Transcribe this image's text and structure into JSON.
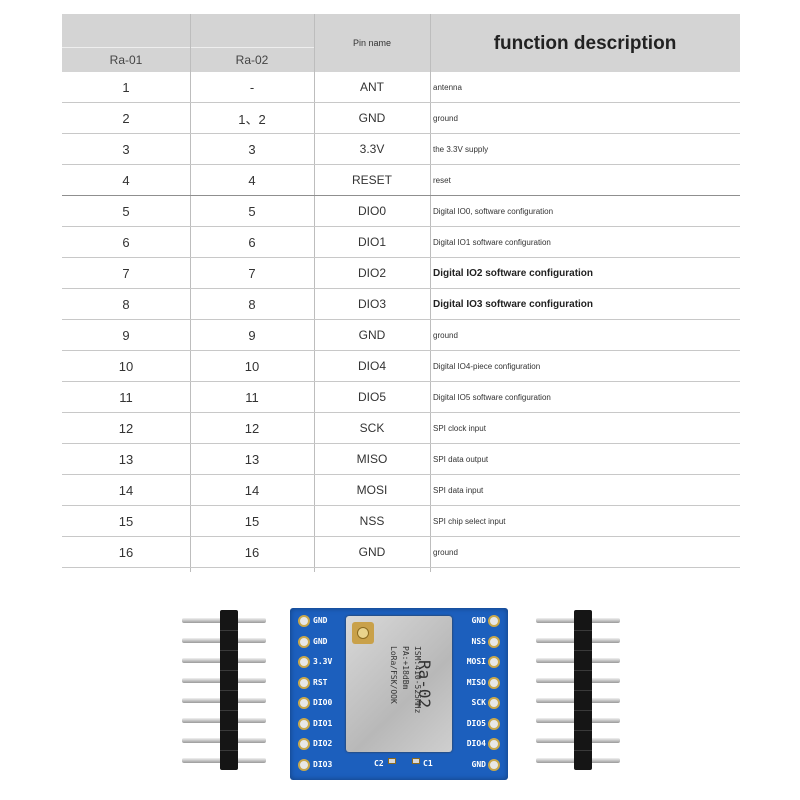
{
  "table": {
    "headers": {
      "ra01": "Ra-01",
      "ra02": "Ra-02",
      "pin_name": "Pin name",
      "function_description": "function description"
    },
    "rows": [
      {
        "ra01": "1",
        "ra02": "-",
        "pin": "ANT",
        "func": "antenna",
        "emph": false
      },
      {
        "ra01": "2",
        "ra02": "1、2",
        "pin": "GND",
        "func": "ground",
        "emph": false
      },
      {
        "ra01": "3",
        "ra02": "3",
        "pin": "3.3V",
        "func": "the 3.3V supply",
        "emph": false
      },
      {
        "ra01": "4",
        "ra02": "4",
        "pin": "RESET",
        "func": "reset",
        "emph": false
      },
      {
        "ra01": "5",
        "ra02": "5",
        "pin": "DIO0",
        "func": "Digital IO0, software configuration",
        "emph": false
      },
      {
        "ra01": "6",
        "ra02": "6",
        "pin": "DIO1",
        "func": "Digital IO1 software configuration",
        "emph": false
      },
      {
        "ra01": "7",
        "ra02": "7",
        "pin": "DIO2",
        "func": "Digital IO2 software configuration",
        "emph": true
      },
      {
        "ra01": "8",
        "ra02": "8",
        "pin": "DIO3",
        "func": "Digital IO3 software configuration",
        "emph": true
      },
      {
        "ra01": "9",
        "ra02": "9",
        "pin": "GND",
        "func": "ground",
        "emph": false
      },
      {
        "ra01": "10",
        "ra02": "10",
        "pin": "DIO4",
        "func": "Digital IO4-piece configuration",
        "emph": false
      },
      {
        "ra01": "11",
        "ra02": "11",
        "pin": "DIO5",
        "func": "Digital IO5 software configuration",
        "emph": false
      },
      {
        "ra01": "12",
        "ra02": "12",
        "pin": "SCK",
        "func": "SPI clock input",
        "emph": false
      },
      {
        "ra01": "13",
        "ra02": "13",
        "pin": "MISO",
        "func": "SPI data output",
        "emph": false
      },
      {
        "ra01": "14",
        "ra02": "14",
        "pin": "MOSI",
        "func": "SPI data input",
        "emph": false
      },
      {
        "ra01": "15",
        "ra02": "15",
        "pin": "NSS",
        "func": "SPI chip select input",
        "emph": false
      },
      {
        "ra01": "16",
        "ra02": "16",
        "pin": "GND",
        "func": "ground",
        "emph": false
      }
    ]
  },
  "board": {
    "left_labels": [
      "GND",
      "GND",
      "3.3V",
      "RST",
      "DIO0",
      "DIO1",
      "DIO2",
      "DIO3"
    ],
    "right_labels": [
      "GND",
      "NSS",
      "MOSI",
      "MISO",
      "SCK",
      "DIO5",
      "DIO4",
      "GND"
    ],
    "chip_model": "Ra-02",
    "chip_specs": [
      "ISM:410-525MHz",
      "PA:+18dBm",
      "LoRa/FSK/OOK"
    ],
    "cap_left": "C2",
    "cap_right": "C1",
    "colors": {
      "pcb": "#1c5fbd",
      "pad_ring": "#c9a84b",
      "header_plastic": "#151515"
    }
  }
}
